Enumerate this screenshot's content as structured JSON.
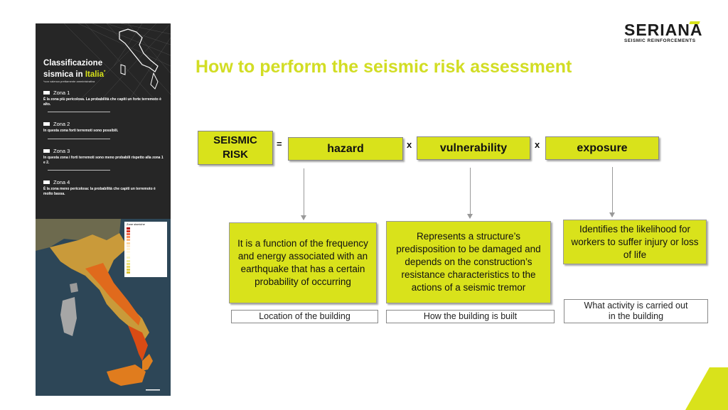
{
  "logo": {
    "name": "SERIANA",
    "tagline": "SEISMIC REINFORCEMENTS"
  },
  "page_title": "How to perform the seismic risk assessment",
  "poster": {
    "title_line1": "Classificazione",
    "title_line2_prefix": "sismica in ",
    "title_line2_highlight": "Italia",
    "title_mark": "*",
    "subtitle": "*con valenza prettamente amministrativa",
    "zones": [
      {
        "label": "Zona 1",
        "desc": "È la zona più pericolosa. La probabilità che capiti un forte terremoto è alto."
      },
      {
        "label": "Zona 2",
        "desc": "In questa zona forti terremoti sono possibili."
      },
      {
        "label": "Zona 3",
        "desc": "In questa zona i forti terremoti sono meno probabili rispetto alla zona 1 e 2."
      },
      {
        "label": "Zona 4",
        "desc": "È la zona meno pericolosa: la probabilità che capiti un terremoto è molto bassa."
      }
    ],
    "legend_title": "Zone sismiche"
  },
  "formula": {
    "risk_line1": "SEISMIC",
    "risk_line2": "RISK",
    "equals": "=",
    "times": "x",
    "hazard": "hazard",
    "vulnerability": "vulnerability",
    "exposure": "exposure"
  },
  "descriptions": {
    "hazard": "It is a function of the frequency and energy associated with an earthquake that has a certain probability of occurring",
    "vulnerability": "Represents a structure’s predisposition to be damaged and depends on the construction’s resistance characteristics to the actions of a seismic tremor",
    "exposure": "Identifies the likelihood for workers to suffer injury or loss of life"
  },
  "notes": {
    "hazard": "Location of the building",
    "vulnerability": "How the building is built",
    "exposure_line1": "What activity is carried out",
    "exposure_line2": "in the building"
  },
  "colors": {
    "accent": "#d9e21b",
    "title": "#d2dd24",
    "dark": "#262626"
  }
}
